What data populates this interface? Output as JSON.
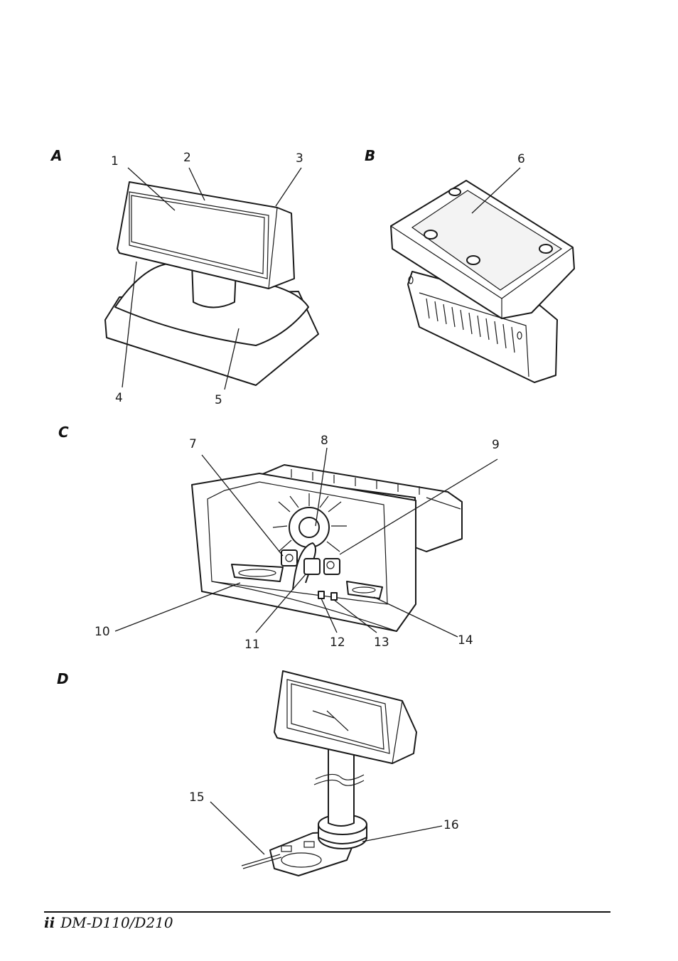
{
  "figures": {
    "A": {
      "label": "A",
      "callouts": [
        "1",
        "2",
        "3",
        "4",
        "5"
      ]
    },
    "B": {
      "label": "B",
      "callouts": [
        "6"
      ]
    },
    "C": {
      "label": "C",
      "callouts": [
        "7",
        "8",
        "9",
        "10",
        "11",
        "12",
        "13",
        "14"
      ]
    },
    "D": {
      "label": "D",
      "callouts": [
        "15",
        "16"
      ]
    }
  },
  "footer": {
    "page": "ii",
    "title": "DM-D110/D210"
  }
}
